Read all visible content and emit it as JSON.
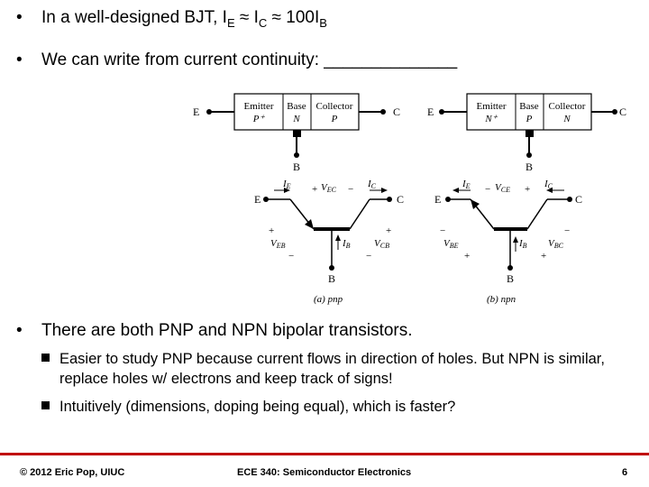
{
  "slide": {
    "bullet1": {
      "text": "In a well-designed BJT, I",
      "sub_e": "E",
      "mid1": " ≈ I",
      "sub_c": "C",
      "mid2": " ≈ 100I",
      "sub_b": "B"
    },
    "bullet2": "We can write from current continuity: ______________",
    "bullet3": "There are both PNP and NPN bipolar transistors.",
    "sub1": "Easier to study PNP because current flows in direction of holes. But NPN is similar, replace holes w/ electrons and keep track of signs!",
    "sub2": "Intuitively (dimensions, doping being equal), which is faster?"
  },
  "figure": {
    "pnp": {
      "regions": [
        {
          "name": "Emitter",
          "doping": "P⁺"
        },
        {
          "name": "Base",
          "doping": "N"
        },
        {
          "name": "Collector",
          "doping": "P"
        }
      ],
      "terminals": {
        "emitter": "E",
        "base": "B",
        "collector": "C"
      },
      "currents": {
        "ie": "I",
        "ie_sub": "E",
        "ic": "I",
        "ic_sub": "C",
        "ib": "I",
        "ib_sub": "B"
      },
      "voltages": {
        "vec": "V",
        "vec_sub": "EC",
        "veb": "V",
        "veb_sub": "EB",
        "vcb": "V",
        "vcb_sub": "CB"
      },
      "caption": "(a) pnp"
    },
    "npn": {
      "regions": [
        {
          "name": "Emitter",
          "doping": "N⁺"
        },
        {
          "name": "Base",
          "doping": "P"
        },
        {
          "name": "Collector",
          "doping": "N"
        }
      ],
      "terminals": {
        "emitter": "E",
        "base": "B",
        "collector": "C"
      },
      "currents": {
        "ie": "I",
        "ie_sub": "E",
        "ic": "I",
        "ic_sub": "C",
        "ib": "I",
        "ib_sub": "B"
      },
      "voltages": {
        "vce": "V",
        "vce_sub": "CE",
        "vbe": "V",
        "vbe_sub": "BE",
        "vbc": "V",
        "vbc_sub": "BC"
      },
      "caption": "(b) npn"
    },
    "plus": "+",
    "minus": "−"
  },
  "footer": {
    "left": "© 2012 Eric Pop, UIUC",
    "center": "ECE 340: Semiconductor Electronics",
    "page": "6",
    "rule_color": "#c00000"
  }
}
